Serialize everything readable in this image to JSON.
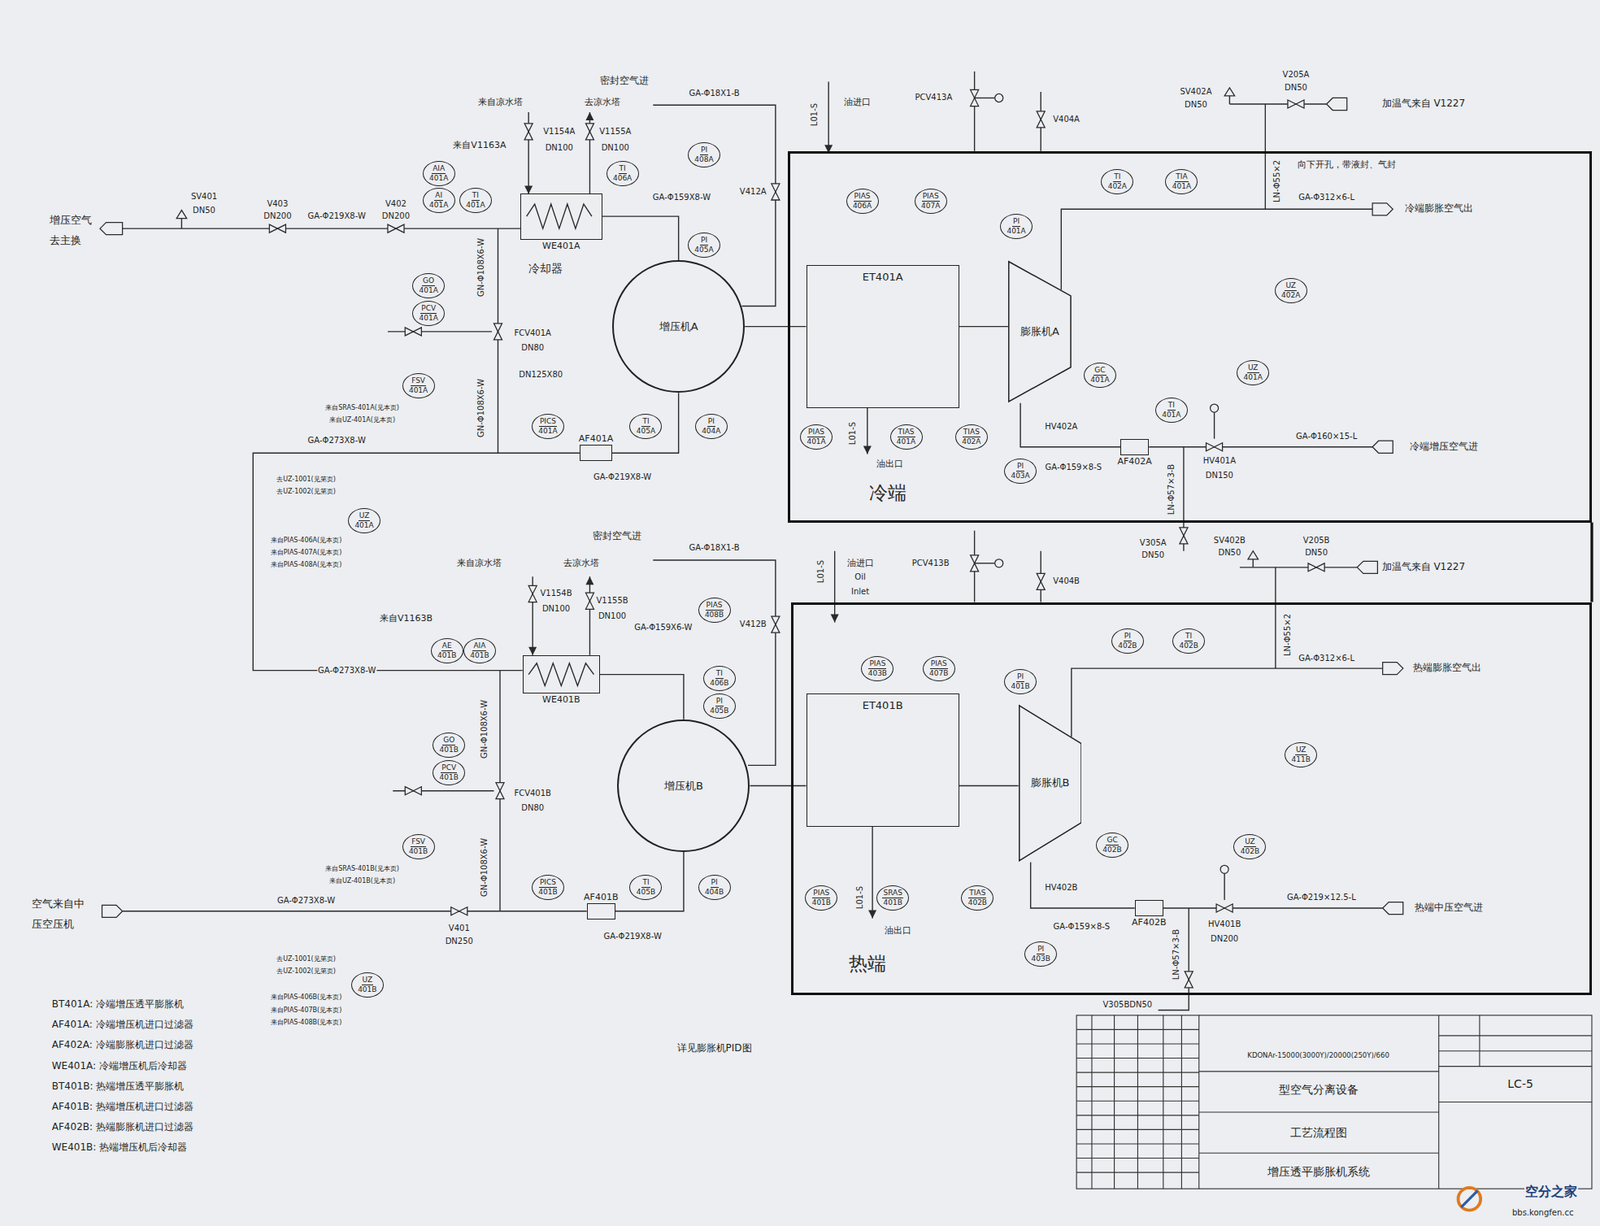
{
  "diagram": {
    "nodes": [
      {
        "text": [
          "冷端"
        ]
      },
      {
        "text": [
          "ET401A"
        ],
        "in": 0
      },
      {
        "text": [
          "膨胀机A"
        ],
        "in": 0
      },
      {
        "text": [
          "AF402A"
        ],
        "in": 0
      },
      {
        "text": [
          "PIAS",
          "406A"
        ],
        "in": 0
      },
      {
        "text": [
          "PIAS",
          "407A"
        ],
        "in": 0
      },
      {
        "text": [
          "PI",
          "401A"
        ],
        "in": 0
      },
      {
        "text": [
          "TI",
          "402A"
        ],
        "in": 0
      },
      {
        "text": [
          "TIA",
          "401A"
        ],
        "in": 0
      },
      {
        "text": [
          "UZ",
          "402A"
        ],
        "in": 0
      },
      {
        "text": [
          "GC",
          "401A"
        ],
        "in": 0
      },
      {
        "text": [
          "TI",
          "401A"
        ],
        "in": 0
      },
      {
        "text": [
          "PIAS",
          "401A"
        ],
        "in": 0
      },
      {
        "text": [
          "TIAS",
          "401A"
        ],
        "in": 0
      },
      {
        "text": [
          "TIAS",
          "402A"
        ],
        "in": 0
      },
      {
        "text": [
          "PI",
          "403A"
        ],
        "in": 0
      },
      {
        "text": [
          "UZ",
          "401A"
        ],
        "in": 0
      },
      {
        "text": [
          "WE401A"
        ]
      },
      {
        "text": [
          "增压机A"
        ]
      },
      {
        "text": [
          "AF401A"
        ]
      },
      {
        "text": [
          "AIA",
          "401A"
        ]
      },
      {
        "text": [
          "AI",
          "401A"
        ]
      },
      {
        "text": [
          "TI",
          "401A"
        ]
      },
      {
        "text": [
          "TI",
          "406A"
        ]
      },
      {
        "text": [
          "PI",
          "408A"
        ]
      },
      {
        "text": [
          "PI",
          "405A"
        ]
      },
      {
        "text": [
          "GO",
          "401A"
        ]
      },
      {
        "text": [
          "PCV",
          "401A"
        ]
      },
      {
        "text": [
          "FSV",
          "401A"
        ]
      },
      {
        "text": [
          "PICS",
          "401A"
        ]
      },
      {
        "text": [
          "TI",
          "405A"
        ]
      },
      {
        "text": [
          "PI",
          "404A"
        ]
      },
      {
        "text": [
          "UZ",
          "401A"
        ]
      },
      {
        "text": [
          "热端"
        ]
      },
      {
        "text": [
          "ET401B"
        ],
        "in": 33
      },
      {
        "text": [
          "膨胀机B"
        ],
        "in": 33
      },
      {
        "text": [
          "AF402B"
        ],
        "in": 33
      },
      {
        "text": [
          "PIAS",
          "403B"
        ],
        "in": 33
      },
      {
        "text": [
          "PIAS",
          "407B"
        ],
        "in": 33
      },
      {
        "text": [
          "PI",
          "401B"
        ],
        "in": 33
      },
      {
        "text": [
          "PI",
          "402B"
        ],
        "in": 33
      },
      {
        "text": [
          "TI",
          "402B"
        ],
        "in": 33
      },
      {
        "text": [
          "UZ",
          "411B"
        ],
        "in": 33
      },
      {
        "text": [
          "GC",
          "402B"
        ],
        "in": 33
      },
      {
        "text": [
          "PIAS",
          "401B"
        ],
        "in": 33
      },
      {
        "text": [
          "SRAS",
          "401B"
        ],
        "in": 33
      },
      {
        "text": [
          "TIAS",
          "402B"
        ],
        "in": 33
      },
      {
        "text": [
          "PI",
          "403B"
        ],
        "in": 33
      },
      {
        "text": [
          "UZ",
          "402B"
        ],
        "in": 33
      },
      {
        "text": [
          "WE401B"
        ]
      },
      {
        "text": [
          "增压机B"
        ]
      },
      {
        "text": [
          "AF401B"
        ]
      },
      {
        "text": [
          "AE",
          "401B"
        ]
      },
      {
        "text": [
          "AIA",
          "401B"
        ]
      },
      {
        "text": [
          "TI",
          "406B"
        ]
      },
      {
        "text": [
          "PI",
          "405B"
        ]
      },
      {
        "text": [
          "PIAS",
          "408B"
        ]
      },
      {
        "text": [
          "GO",
          "401B"
        ]
      },
      {
        "text": [
          "PCV",
          "401B"
        ]
      },
      {
        "text": [
          "FSV",
          "401B"
        ]
      },
      {
        "text": [
          "PICS",
          "401B"
        ]
      },
      {
        "text": [
          "TI",
          "405B"
        ]
      },
      {
        "text": [
          "PI",
          "404B"
        ]
      },
      {
        "text": [
          "UZ",
          "401B"
        ]
      }
    ],
    "edges": [
      {
        "from": 19,
        "to": 18,
        "arrow": "none"
      },
      {
        "from": 18,
        "to": 17,
        "arrow": "none"
      },
      {
        "from": 3,
        "to": 2,
        "arrow": "none"
      },
      {
        "from": 51,
        "to": 50,
        "arrow": "none"
      },
      {
        "from": 50,
        "to": 49,
        "arrow": "none"
      },
      {
        "from": 49,
        "to": 19,
        "arrow": "none",
        "label": "GA-Φ273X8-W"
      },
      {
        "from": 36,
        "to": 35,
        "arrow": "none"
      },
      {
        "from": 18,
        "to": 1,
        "arrow": "none"
      },
      {
        "from": 1,
        "to": 2,
        "arrow": "none"
      },
      {
        "from": 50,
        "to": 34,
        "arrow": "none"
      },
      {
        "from": 34,
        "to": 35,
        "arrow": "none"
      }
    ],
    "labels": [
      "密封空气进",
      "GA-Φ18X1-B",
      "来自凉水塔",
      "去凉水塔",
      "V1154A",
      "DN100",
      "V1155A",
      "DN100",
      "来自V1163A",
      "SV401",
      "DN50",
      "V403",
      "DN200",
      "GA-Φ219X8-W",
      "V402",
      "DN200",
      "增压空气",
      "去主换",
      "GA-Φ159X8-W",
      "V412A",
      "冷却器",
      "GN-Φ108X6-W",
      "FCV401A",
      "DN80",
      "DN125X80",
      "GN-Φ108X6-W",
      "GA-Φ273X8-W",
      "GA-Φ219X8-W",
      "来自SRAS-401A(见本页)",
      "来自UZ-401A(见本页)",
      "去UZ-1001(见第页)",
      "去UZ-1002(见第页)",
      "来自PIAS-406A(见本页)",
      "来自PIAS-407A(见本页)",
      "来自PIAS-408A(见本页)",
      "L01-S",
      "油进口",
      "PCV413A",
      "V404A",
      "SV402A",
      "DN50",
      "V205A",
      "DN50",
      "加温气来自 V1227",
      "向下开孔，带液封、气封",
      "LN-Φ55×2",
      "GA-Φ312×6-L",
      "冷端膨胀空气出",
      "HV402A",
      "L01-S",
      "油出口",
      "GA-Φ159×8-S",
      "HV401A",
      "DN150",
      "GA-Φ160×15-L",
      "冷端增压空气进",
      "LN-Φ57×3-B",
      "V305A",
      "DN50",
      "SV402B",
      "DN50",
      "V205B",
      "DN50",
      "加温气来自 V1227",
      "LN-Φ55×2",
      "GA-Φ312×6-L",
      "热端膨胀空气出",
      "密封空气进",
      "GA-Φ18X1-B",
      "来自凉水塔",
      "去凉水塔",
      "V1154B",
      "DN100",
      "V1155B",
      "DN100",
      "来自V1163B",
      "GA-Φ159X6-W",
      "V412B",
      "GN-Φ108X6-W",
      "FCV401B",
      "DN80",
      "GN-Φ108X6-W",
      "来自SRAS-401B(见本页)",
      "来自UZ-401B(见本页)",
      "L01-S",
      "油进口",
      "Oil",
      "Inlet",
      "PCV413B",
      "V404B",
      "HV402B",
      "L01-S",
      "油出口",
      "GA-Φ159×8-S",
      "HV401B",
      "DN200",
      "GA-Φ219×12.5-L",
      "热端中压空气进",
      "LN-Φ57×3-B",
      "V305BDN50",
      "空气来自中",
      "压空压机",
      "GA-Φ273X8-W",
      "V401",
      "DN250",
      "GA-Φ219X8-W",
      "去UZ-1001(见第页)",
      "去UZ-1002(见第页)",
      "来自PIAS-406B(见本页)",
      "来自PIAS-407B(见本页)",
      "来自PIAS-408B(见本页)",
      "详见膨胀机PID图",
      "BT401A: 冷端增压透平膨胀机",
      "AF401A: 冷端增压机进口过滤器",
      "AF402A: 冷端膨胀机进口过滤器",
      "WE401A: 冷端增压机后冷却器",
      "BT401B: 热端增压透平膨胀机",
      "AF401B: 热端增压机进口过滤器",
      "AF402B: 热端膨胀机进口过滤器",
      "WE401B: 热端增压机后冷却器",
      "KDONAr-15000(3000Y)/20000(250Y)/660",
      "型空气分离设备",
      "工艺流程图",
      "增压透平膨胀机系统",
      "LC-5",
      "空分之家",
      "bbs.kongfen.cc"
    ]
  }
}
